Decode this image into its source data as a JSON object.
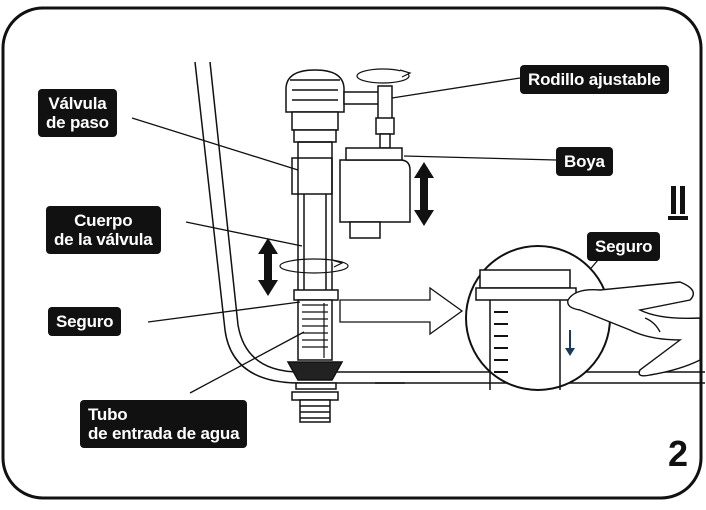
{
  "labels": {
    "valvula_paso": [
      "Válvula",
      "de paso"
    ],
    "cuerpo": [
      "Cuerpo",
      "de la válvula"
    ],
    "seguro_left": "Seguro",
    "tubo": [
      "Tubo",
      "de entrada de agua"
    ],
    "rodillo": "Rodillo ajustable",
    "boya": "Boya",
    "seguro_right": "Seguro"
  },
  "step_number": "2",
  "icons": [
    "rotate-arrow-icon",
    "double-arrow-icon",
    "finger-press-icon",
    "down-arrow-icon",
    "tank-mark-icon"
  ]
}
